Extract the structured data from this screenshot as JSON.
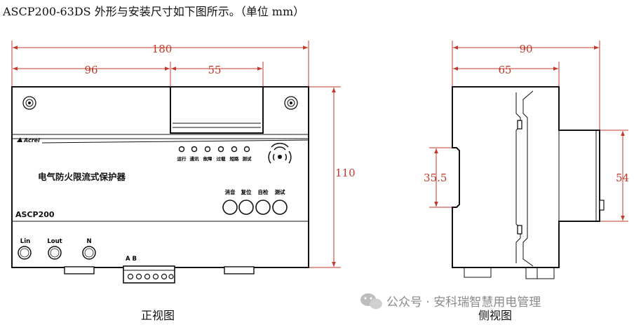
{
  "caption": "ASCP200-63DS 外形与安装尺寸如下图所示。（单位 mm）",
  "front_view": {
    "title": "正视图",
    "dims": {
      "total_width": "180",
      "left_width": "96",
      "cover_width": "55",
      "height": "110"
    },
    "brand": "Acrel",
    "product_name": "电气防火限流式保护器",
    "model": "ASCP200",
    "indicators": [
      "运行",
      "通讯",
      "故障",
      "过载",
      "短路",
      "测试"
    ],
    "buttons": [
      "消音",
      "复位",
      "自检",
      "测试"
    ],
    "terminals": [
      "Lin",
      "Lout",
      "N"
    ],
    "bus_label": "A B"
  },
  "side_view": {
    "title": "侧视图",
    "dims": {
      "total_depth": "90",
      "depth_65": "65",
      "rail_height": "35.5",
      "side_height": "54"
    }
  },
  "watermark": "公众号 · 安科瑞智慧用电管理"
}
